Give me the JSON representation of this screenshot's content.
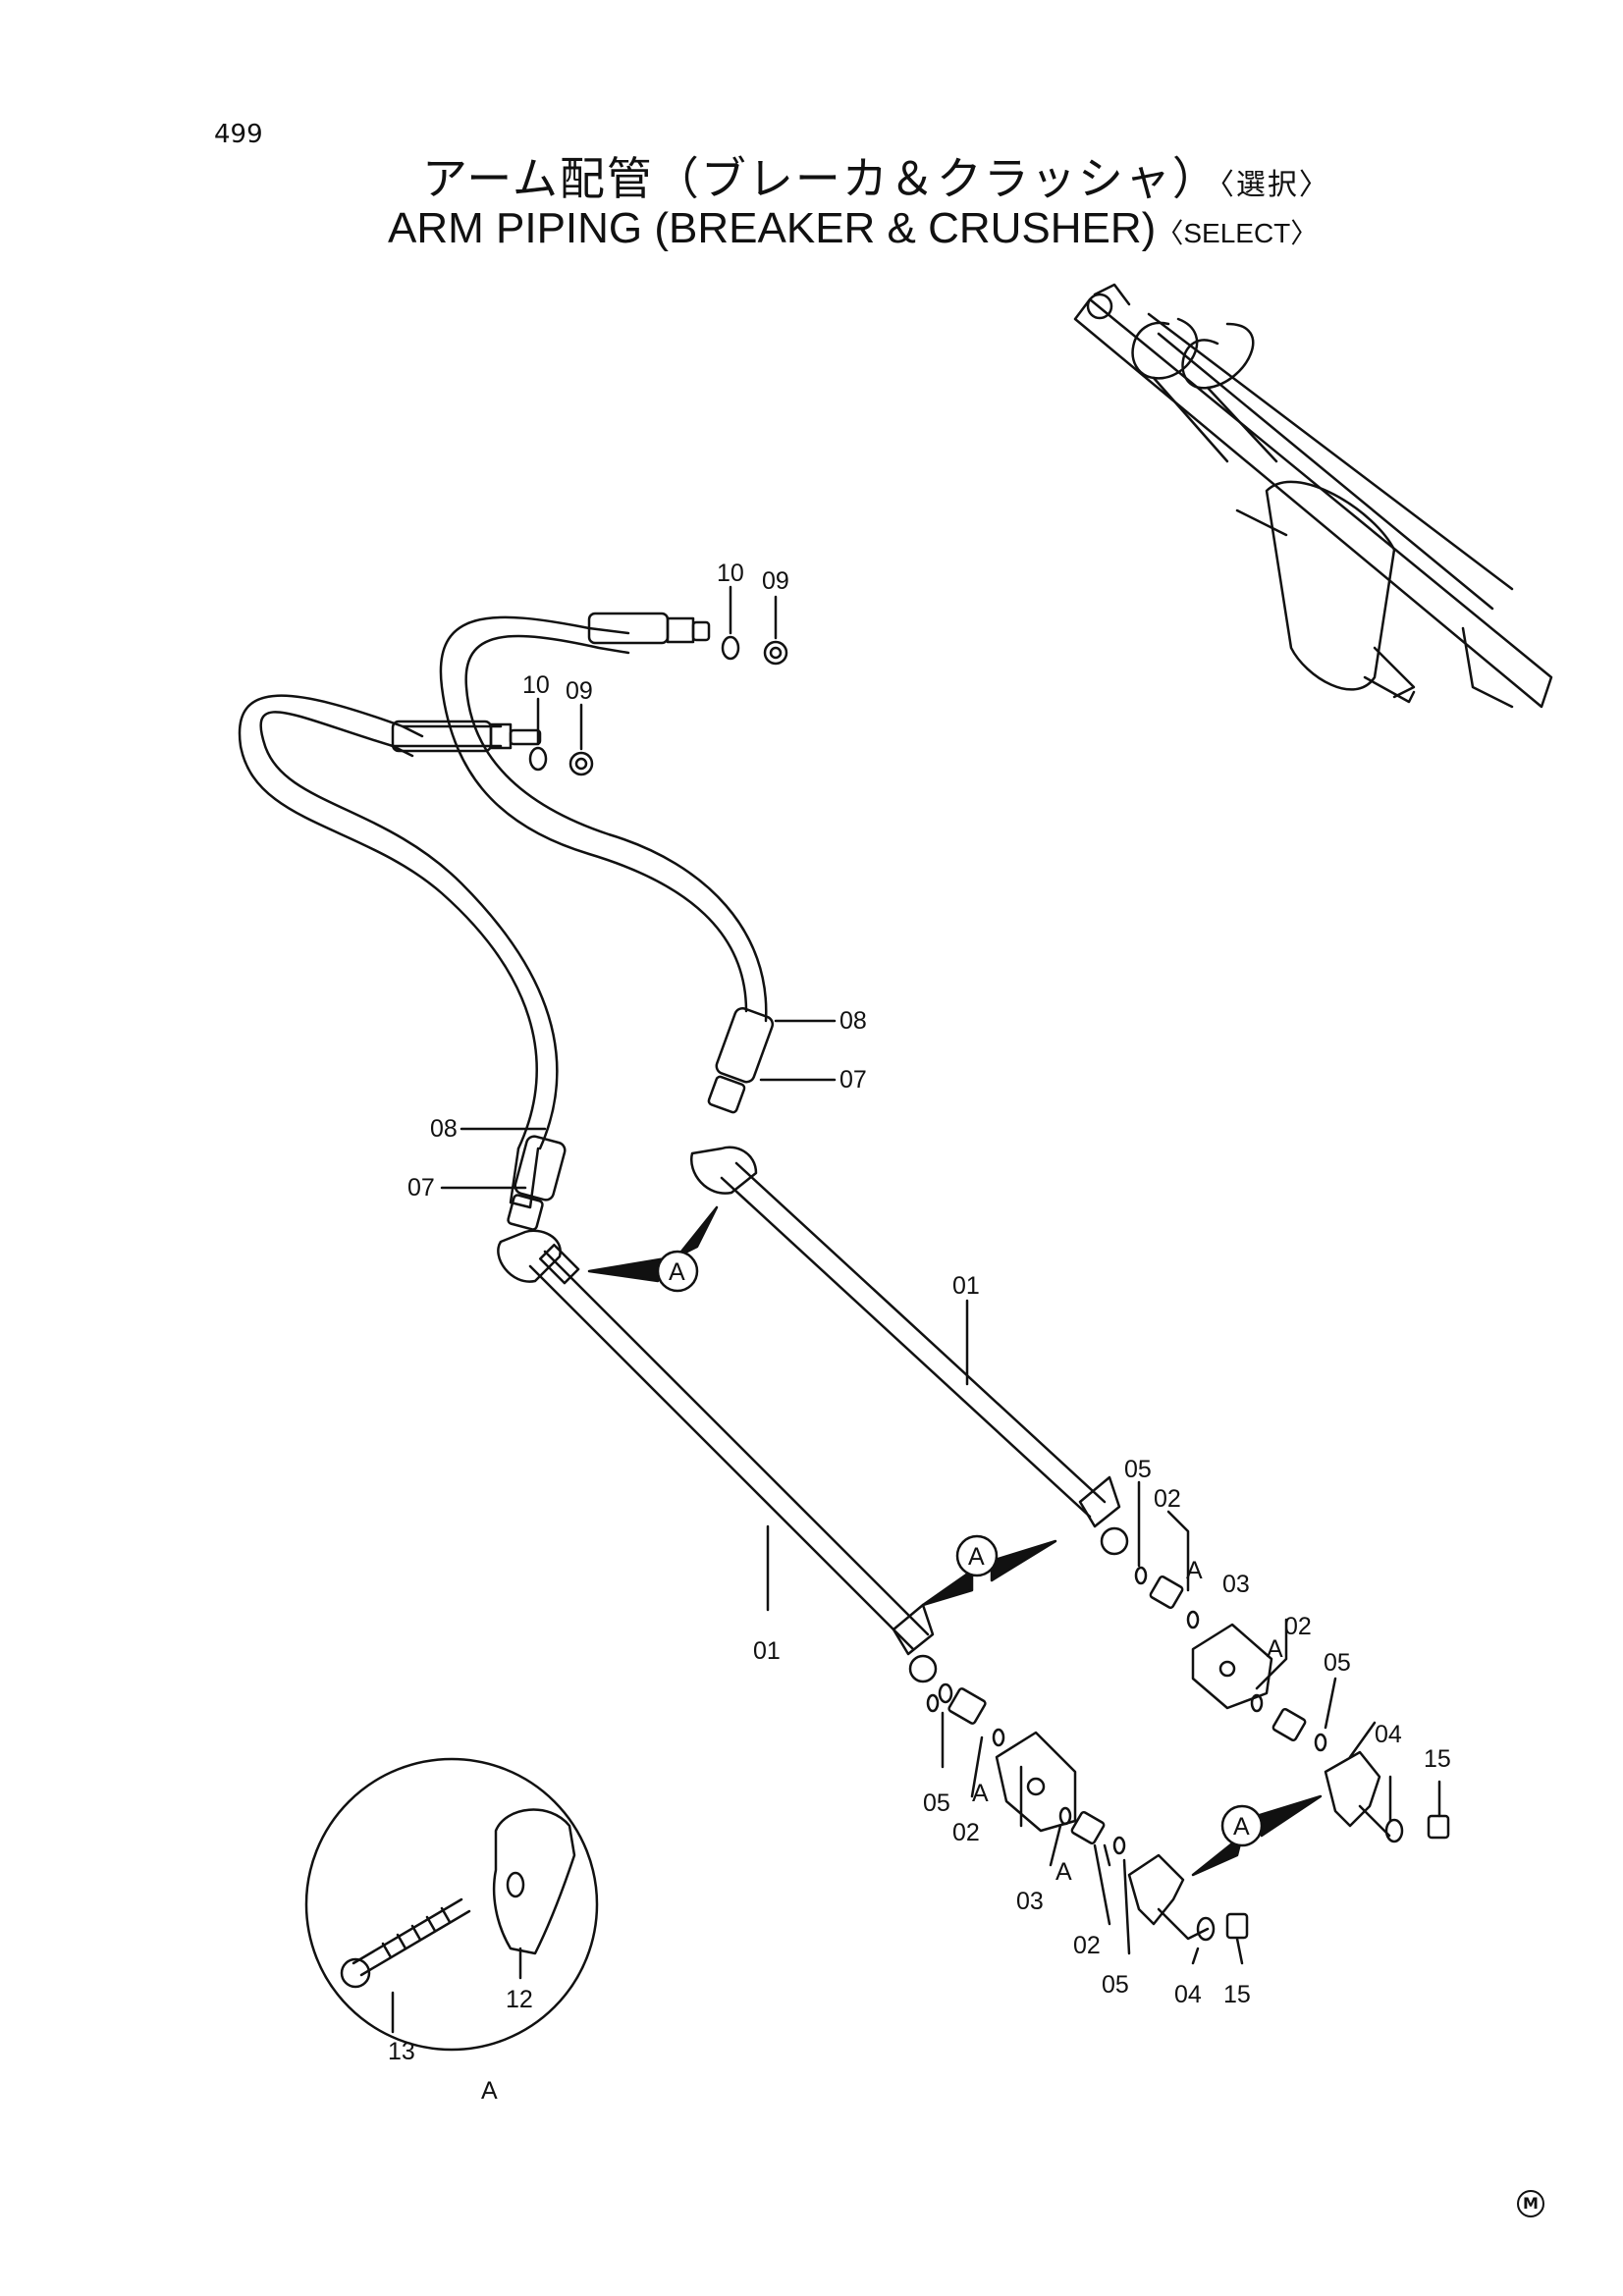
{
  "page_number": "499",
  "title_jp_main": "アーム配管（ブレーカ＆クラッシャ）",
  "title_jp_select": "〈選択〉",
  "title_en_main": "ARM PIPING (BREAKER & CRUSHER)",
  "title_en_select": "〈SELECT〉",
  "detail_label": "A",
  "callout_letter": "A",
  "corner_mark": "M",
  "part_labels": [
    "01",
    "02",
    "03",
    "04",
    "05",
    "07",
    "08",
    "09",
    "10",
    "12",
    "13",
    "15"
  ]
}
